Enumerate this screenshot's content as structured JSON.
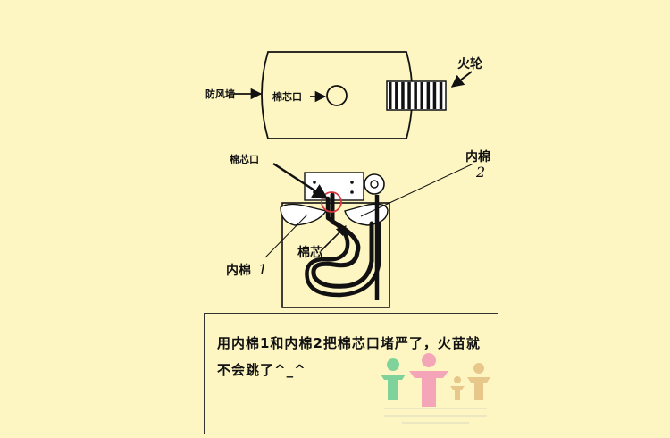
{
  "labels": {
    "windwall": "防风墙",
    "wick_opening_top": "棉芯口",
    "flint_wheel": "火轮",
    "wick_opening_bottom": "棉芯口",
    "inner_cotton_2": "内棉",
    "inner_cotton_2_num": "2",
    "inner_cotton_1": "内棉",
    "inner_cotton_1_num": "1",
    "wick": "棉芯"
  },
  "note": {
    "text": "用内棉1和内棉2把棉芯口堵严了，火苗就不会跳了^_^"
  },
  "colors": {
    "background": "#fdf6c2",
    "line": "#111111",
    "highlight_circle": "#d9363e",
    "watermark_green": "#7fd39a",
    "watermark_pink": "#f4a6b8",
    "watermark_tan": "#e8c88a"
  }
}
